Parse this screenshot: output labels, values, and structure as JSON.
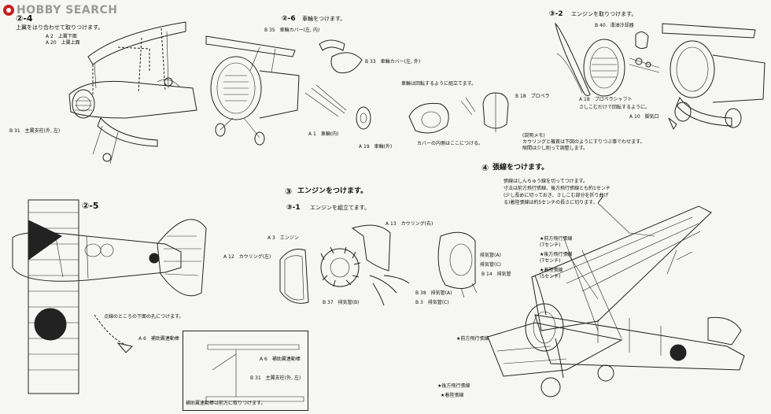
{
  "watermark": {
    "logo_icon": "hobby-search-logo",
    "logo_color": "#c72020",
    "text": "HOBBY SEARCH"
  },
  "step_2_4": {
    "number": "②-4",
    "title": "上翼をはり合わせて取りつけます。",
    "parts": [
      "A 2　上翼下面",
      "A 20　上翼上面",
      "B 31　主翼支柱(外, 左)"
    ]
  },
  "step_2_6": {
    "number": "②-6",
    "title": "車輪をつけます。",
    "parts": [
      "B 35　車輪カバー(左, 内)",
      "B 33　車輪カバー(左, 外)",
      "A 1　車輪(内)",
      "A 19　車輪(外)"
    ],
    "note_rotate": "車輪は回転するように組立てます。",
    "note_cover": "カバーの内側はここにつける。"
  },
  "step_3_2": {
    "number": "③-2",
    "title": "エンジンを取りつけます。",
    "parts": [
      "B 40　滑油冷却器",
      "B 18　プロペラ",
      "A 18　プロペラシャフト",
      "A 10　脚気口"
    ],
    "note": "さしこむだけで回転するように。",
    "memo_title": "(説明メモ)",
    "memo_lines": [
      "カウリングと機首は下図のようにすりつぶ事でわせます。",
      "隙間は少し削って調整します。"
    ]
  },
  "step_2_5": {
    "number": "②-5",
    "note": "点線のところの下面の孔につけます。",
    "parts": [
      "A 6　補助翼連動棒"
    ],
    "inset_parts": [
      "A 6　補助翼連動棒",
      "B 31　主翼支柱(外, 左)"
    ],
    "inset_caption": "補助翼連動棒は前方に取りつけます。"
  },
  "step_3": {
    "number": "③",
    "title": "エンジンをつけます。",
    "sub_number": "③-1",
    "sub_title": "エンジンを組立てます。",
    "parts": [
      "A 3　エンジン",
      "A 12　カウリング(左)",
      "A 13　カウリング(右)",
      "B 37　排気管(B)",
      "B 38　排気管(A)",
      "B 3　排気管(C)",
      "B 14　排気管",
      "排気管(A)",
      "排気管(C)"
    ]
  },
  "step_4": {
    "number": "④",
    "title": "張線をつけます。",
    "intro_lines": [
      "張線はしんちゅう線を切ってつけます。",
      "寸法は前方飛行張線、後方飛行張線とも約1センチ",
      "(少し長めに切っておき、さしこむ部分を折り曲げ",
      "る)着陸張線は約5センチの長さに切ります。"
    ],
    "labels": [
      "★前方飛行張線\n(7センチ)",
      "★後方飛行張線\n(7センチ)",
      "★着陸張線\n(5センチ)",
      "★前方飛行張線",
      "★後方飛行張線",
      "★着陸張線"
    ]
  }
}
